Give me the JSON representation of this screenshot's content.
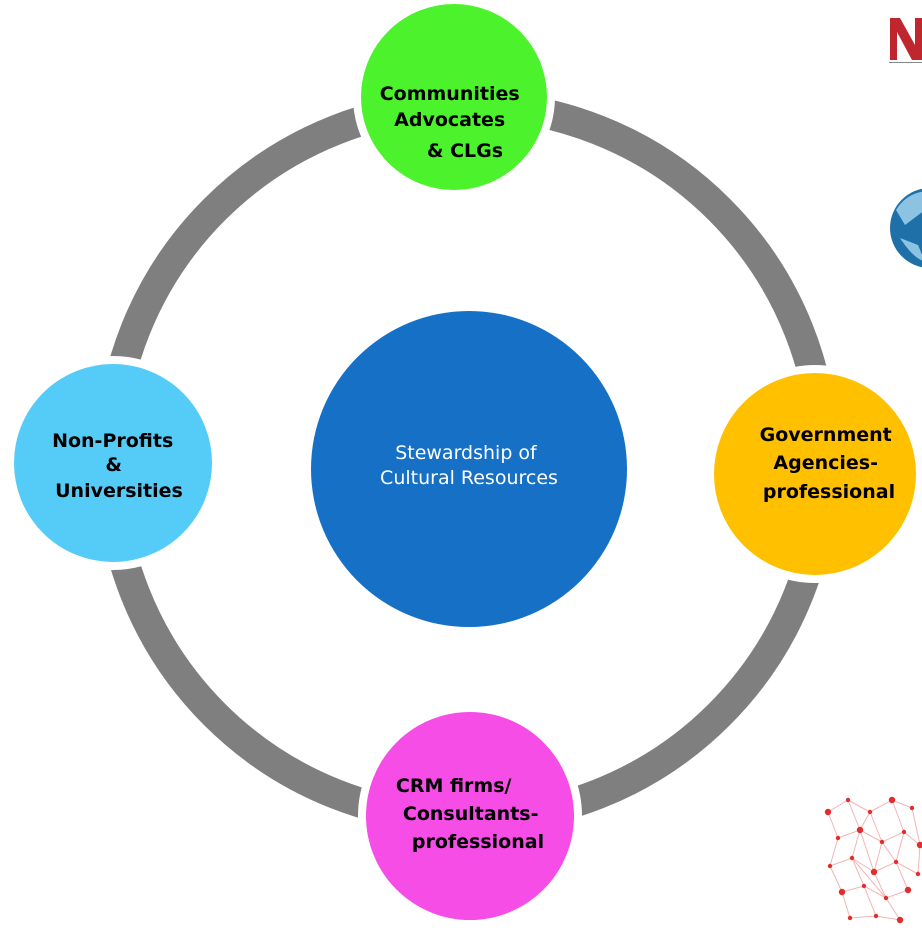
{
  "diagram": {
    "center": {
      "lines": [
        "Stewardship of",
        "Cultural Resources"
      ],
      "color": "#1570c6"
    },
    "ring": {
      "color": "#7f7f7f"
    },
    "nodes": {
      "top": {
        "lines": [
          "Communities",
          "Advocates",
          "& CLGs"
        ],
        "color": "#4cf22b"
      },
      "right": {
        "lines": [
          "Government",
          "Agencies-",
          "professional"
        ],
        "color": "#ffc000"
      },
      "bottom": {
        "lines": [
          "CRM firms/",
          "Consultants-",
          "professional"
        ],
        "color": "#f54de6"
      },
      "left": {
        "lines": [
          "Non-Profits",
          "&",
          "Universities"
        ],
        "color": "#55ccf7"
      }
    }
  },
  "decorations": {
    "logo_top_right": {
      "color": "#c0262d"
    },
    "logo_globe": {
      "colors": [
        "#1f6fa8",
        "#8cc3e3"
      ]
    },
    "network_graphic": {
      "node_color": "#e22d2d",
      "line_color": "#f2b5b5"
    }
  }
}
